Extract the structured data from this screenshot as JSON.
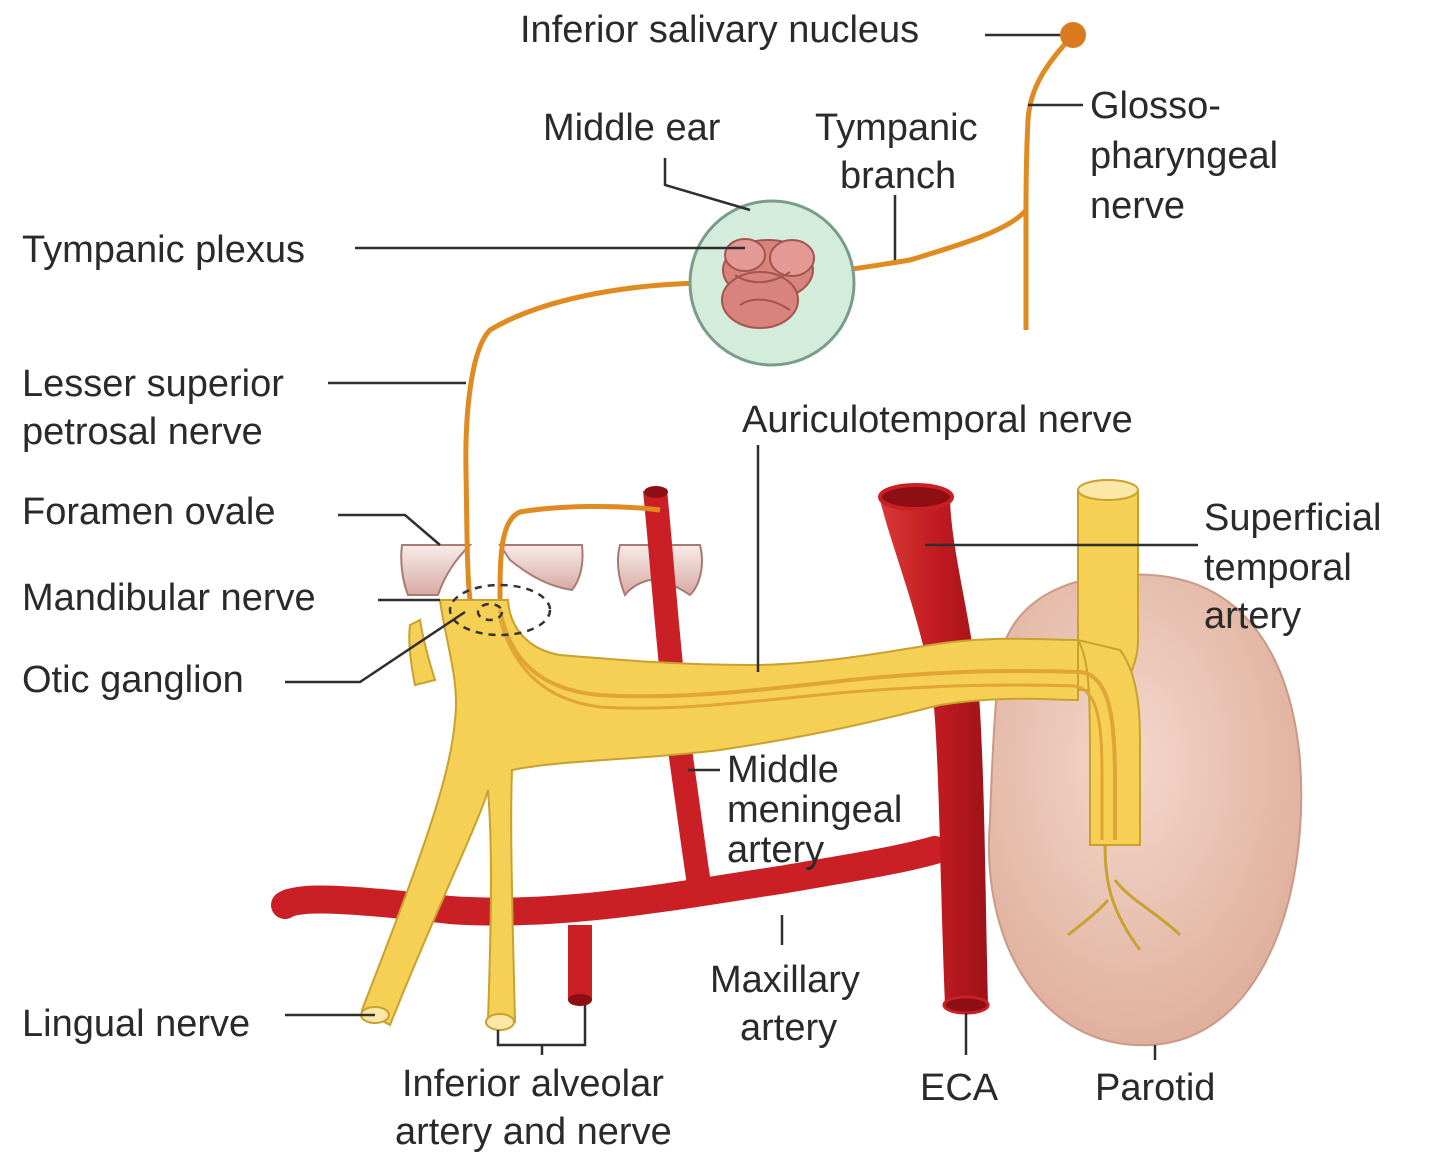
{
  "colors": {
    "nerve_fill": "#f6cf55",
    "nerve_highlight": "#fbe8a6",
    "thin_nerve": "#e08b22",
    "artery": "#c91f25",
    "artery_dark": "#8d0f14",
    "parotid": "#e9c2b0",
    "middle_ear_circle": "#d3ecdc",
    "plexus": "#d9837f",
    "bone": "#f3e3e0",
    "leader_line": "#2f2f2f"
  },
  "labels": {
    "inferior_salivary_nucleus": "Inferior salivary nucleus",
    "middle_ear": "Middle ear",
    "tympanic_branch": [
      "Tympanic",
      "branch"
    ],
    "glossopharyngeal_nerve": [
      "Glosso-",
      "pharyngeal",
      "nerve"
    ],
    "tympanic_plexus": "Tympanic plexus",
    "lesser_superior_petrosal_nerve": [
      "Lesser superior",
      "petrosal nerve"
    ],
    "auriculotemporal_nerve": "Auriculotemporal nerve",
    "foramen_ovale": "Foramen ovale",
    "superficial_temporal_artery": [
      "Superficial",
      "temporal",
      "artery"
    ],
    "mandibular_nerve": "Mandibular nerve",
    "otic_ganglion": "Otic ganglion",
    "middle_meningeal_artery": [
      "Middle",
      "meningeal",
      "artery"
    ],
    "lingual_nerve": "Lingual nerve",
    "maxillary_artery": [
      "Maxillary",
      "artery"
    ],
    "inferior_alveolar_artery_and_nerve": [
      "Inferior alveolar",
      "artery and nerve"
    ],
    "eca": "ECA",
    "parotid": "Parotid"
  }
}
